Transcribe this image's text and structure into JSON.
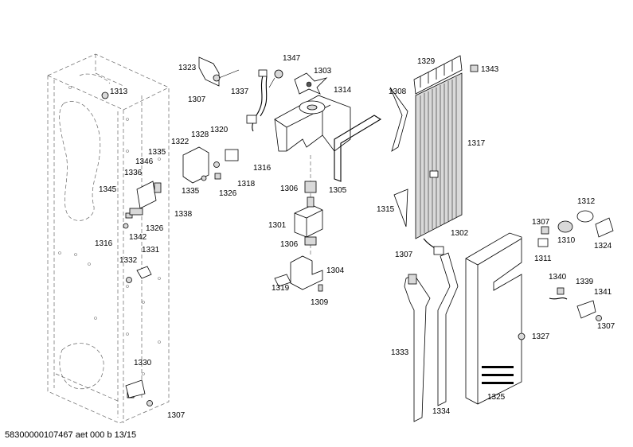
{
  "footer": {
    "text": "58300000107467 aet 000 b 13/15"
  },
  "labels": [
    "1323",
    "1307",
    "1347",
    "1337",
    "1303",
    "1314",
    "1313",
    "1322",
    "1328",
    "1320",
    "1316",
    "1318",
    "1326",
    "1335",
    "1346",
    "1336",
    "1345",
    "1335",
    "1338",
    "1316",
    "1342",
    "1326",
    "1332",
    "1331",
    "1329",
    "1343",
    "1308",
    "1317",
    "1306",
    "1305",
    "1301",
    "1306",
    "1304",
    "1319",
    "1309",
    "1315",
    "1302",
    "1307",
    "1312",
    "1307",
    "1310",
    "1311",
    "1324",
    "1340",
    "1339",
    "1341",
    "1307",
    "1327",
    "1333",
    "1334",
    "1325",
    "1330",
    "1307"
  ]
}
